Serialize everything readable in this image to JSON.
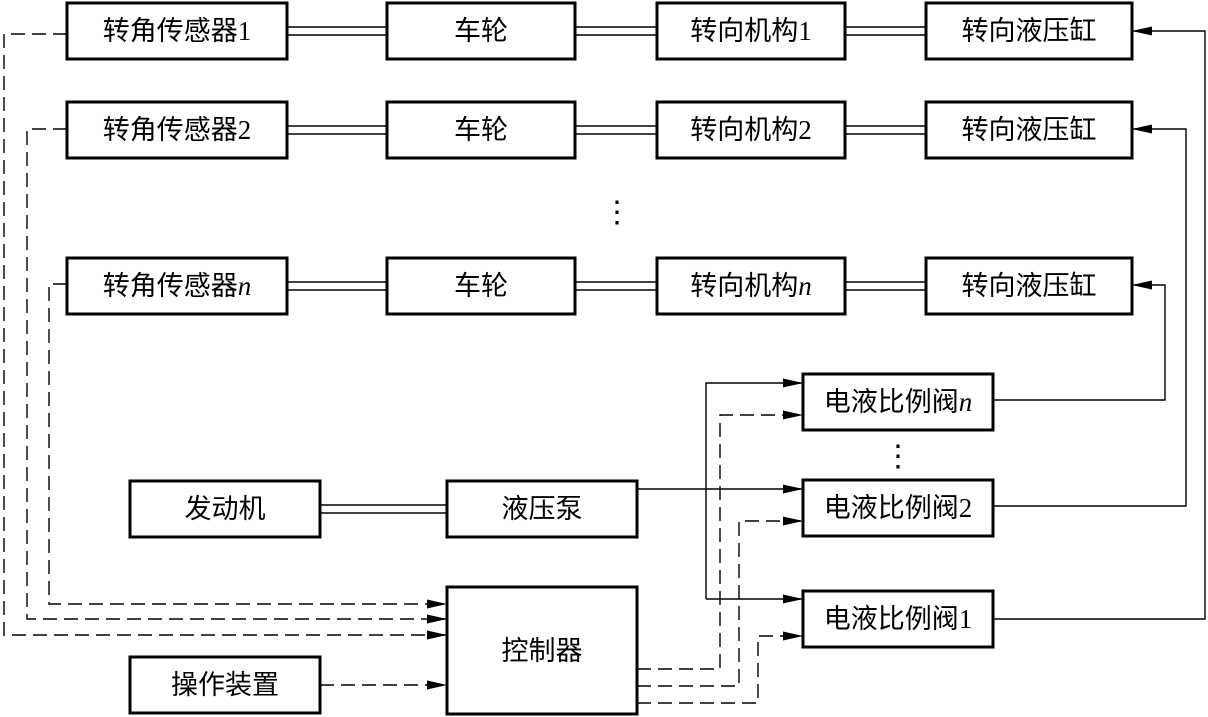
{
  "rows": [
    {
      "sensor": "转角传感器",
      "sensor_suffix": "1",
      "wheel": "车轮",
      "mech": "转向机构",
      "mech_suffix": "1",
      "cylinder": "转向液压缸"
    },
    {
      "sensor": "转角传感器",
      "sensor_suffix": "2",
      "wheel": "车轮",
      "mech": "转向机构",
      "mech_suffix": "2",
      "cylinder": "转向液压缸"
    },
    {
      "sensor": "转角传感器",
      "sensor_suffix": "n",
      "wheel": "车轮",
      "mech": "转向机构",
      "mech_suffix": "n",
      "cylinder": "转向液压缸"
    }
  ],
  "ellipsis": "⋮",
  "valves": [
    {
      "label": "电液比例阀",
      "suffix": "n"
    },
    {
      "label": "电液比例阀",
      "suffix": "2"
    },
    {
      "label": "电液比例阀",
      "suffix": "1"
    }
  ],
  "engine": "发动机",
  "pump": "液压泵",
  "controller": "控制器",
  "operator": "操作装置"
}
